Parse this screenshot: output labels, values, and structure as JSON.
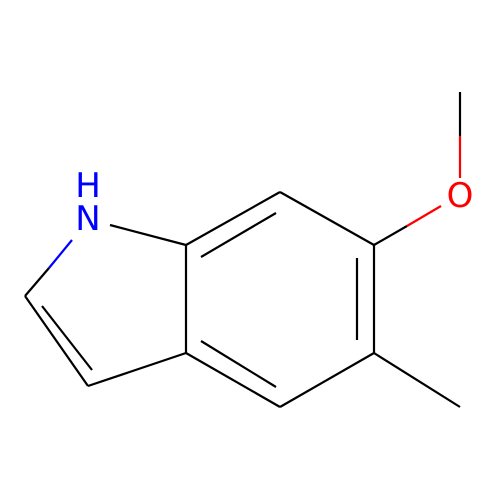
{
  "molecule": {
    "atoms": {
      "nitrogen": {
        "symbol": "N",
        "color": "#0000FF"
      },
      "nitrogen_hydrogen": {
        "symbol": "H",
        "color": "#0000FF"
      },
      "oxygen": {
        "symbol": "O",
        "color": "#FF0000"
      }
    },
    "bond_color": "#000000"
  }
}
